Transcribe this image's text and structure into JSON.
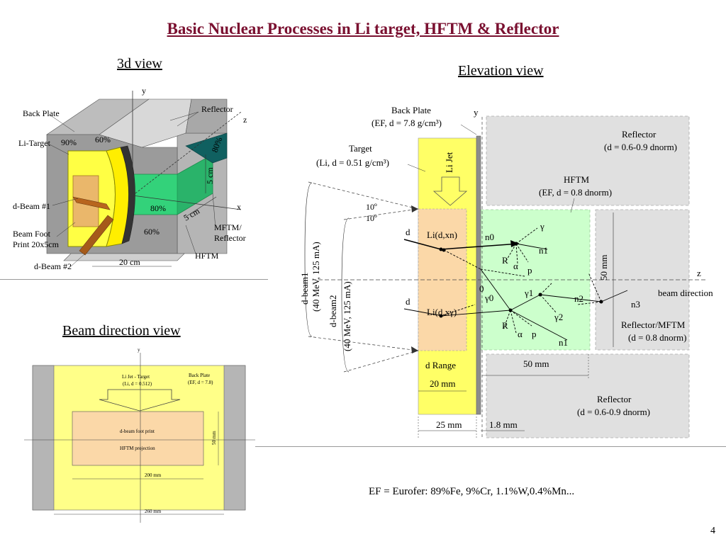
{
  "slide": {
    "title": "Basic Nuclear Processes in Li target, HFTM & Reflector",
    "footnote": "EF = Eurofer: 89%Fe, 9%Cr, 1.1%W,0.4%Mn...",
    "page_number": "4"
  },
  "view3d": {
    "heading": "3d view",
    "labels": {
      "back_plate": "Back Plate",
      "reflector": "Reflector",
      "li_target": "Li-Target",
      "d_beam_1": "d-Beam #1",
      "beam_foot_1": "Beam Foot",
      "beam_foot_2": "Print 20x5cm",
      "d_beam_2": "d-Beam #2",
      "mftm_1": "MFTM/",
      "mftm_2": "Reflector",
      "hftm": "HFTM",
      "pct_90": "90%",
      "pct_60_top": "60%",
      "pct_80_side": "80%",
      "pct_80_front": "80%",
      "pct_60_bottom": "60%",
      "dim_5cm_v": "5 cm",
      "dim_5cm_h": "5 cm",
      "dim_20cm": "20 cm",
      "axis_y": "y",
      "axis_z": "z",
      "axis_x": "x"
    }
  },
  "beamview": {
    "heading": "Beam direction view",
    "labels": {
      "li_jet_1": "Li Jet - Target",
      "li_jet_2": "(Li, d = 0.512)",
      "back_plate_1": "Back Plate",
      "back_plate_2": "(EF, d = 7.8)",
      "footprint": "d-beam foot print",
      "hftm_projection": "HFTM projection",
      "dim_200": "200 mm",
      "dim_260": "260 mm",
      "dim_50": "50 mm",
      "axis_y": "y"
    }
  },
  "elevation": {
    "heading": "Elevation view",
    "labels": {
      "back_plate": "Back Plate",
      "back_plate_spec": "(EF, d = 7.8 g/cm³)",
      "target": "Target",
      "target_spec": "(Li, d = 0.51 g/cm³)",
      "li_jet": "Li Jet",
      "reflector_top": "Reflector",
      "reflector_top_spec": "(d = 0.6-0.9 dnorm)",
      "hftm": "HFTM",
      "hftm_spec": "(EF, d = 0.8 dnorm)",
      "reflector_mftm": "Reflector/MFTM",
      "reflector_mftm_spec": "(d = 0.8 dnorm)",
      "reflector_bottom": "Reflector",
      "reflector_bottom_spec": "(d = 0.6-0.9 dnorm)",
      "angle_1": "10º",
      "angle_2": "10º",
      "d_top": "d",
      "d_bottom": "d",
      "li_dxn": "Li(d,xn)",
      "li_dxg": "Li(d,xγ)",
      "n0": "n0",
      "n1_top": "n1",
      "n1_bottom": "n1",
      "n2": "n2",
      "n3": "n3",
      "gamma": "γ",
      "gamma0": "γ0",
      "gamma1": "γ1",
      "gamma2": "γ2",
      "R_top": "R",
      "alpha_top": "α",
      "p_top": "p",
      "R_bottom": "R",
      "alpha_bottom": "α",
      "p_bottom": "p",
      "origin": "0",
      "axis_y": "y",
      "axis_z": "z",
      "beam_direction": "beam direction",
      "d_beam_1": "d-beam1",
      "d_beam_1_spec": "(40 MeV, 125 mA)",
      "d_beam_2": "d-beam2",
      "d_beam_2_spec": "(40 MeV, 125 mA)",
      "d_range": "d Range",
      "dim_20mm": "20 mm",
      "dim_25mm": "25 mm",
      "dim_1_8mm": "1.8 mm",
      "dim_50mm_h": "50 mm",
      "dim_50mm_v": "50 mm"
    }
  },
  "colors": {
    "title": "#7a1030",
    "lithium": "#ffff66",
    "footprint": "#fbd8a8",
    "hftm": "#ccffcc",
    "reflector": "#e0e0e0",
    "backplate": "#8c8c8c",
    "beam": "#b8651e",
    "green3d": "#33d27a"
  }
}
